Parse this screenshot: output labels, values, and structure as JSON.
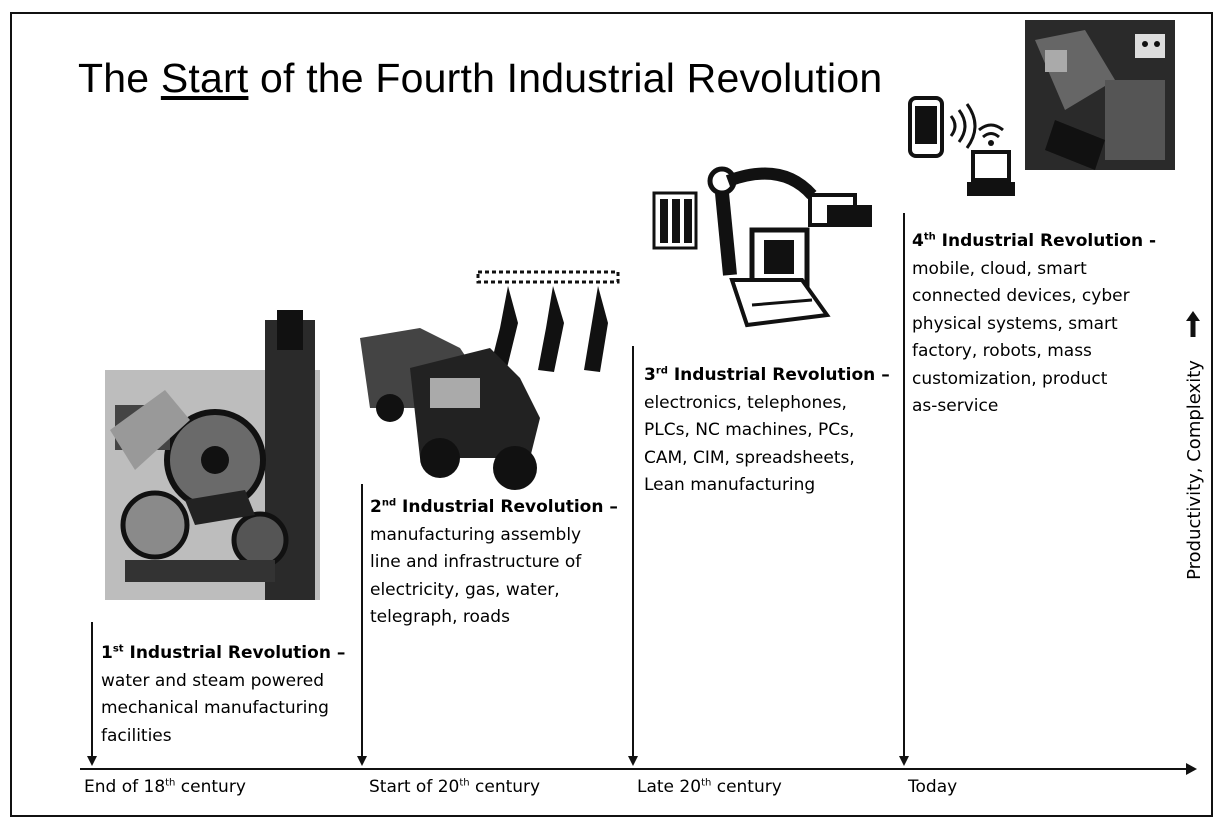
{
  "title": {
    "before": "The ",
    "emphasis": "Start",
    "after": " of the Fourth Industrial Revolution"
  },
  "stages": [
    {
      "ord_num": "1",
      "ord_suffix": "st",
      "heading": " Industrial Revolution –",
      "lines": [
        "water and steam powered",
        "mechanical manufacturing",
        "facilities"
      ],
      "period_pre": "End of 18",
      "period_sup": "th",
      "period_post": " century",
      "icon": "steam-engine-illustration"
    },
    {
      "ord_num": "2",
      "ord_suffix": "nd",
      "heading": " Industrial Revolution –",
      "lines": [
        "manufacturing assembly",
        "line and infrastructure of",
        "electricity, gas, water,",
        "telegraph, roads"
      ],
      "period_pre": "Start of 20",
      "period_sup": "th",
      "period_post": " century",
      "icon": "assembly-line-cars-illustration"
    },
    {
      "ord_num": "3",
      "ord_suffix": "rd",
      "heading": " Industrial Revolution –",
      "lines": [
        "electronics, telephones,",
        "PLCs, NC machines, PCs,",
        "CAM, CIM, spreadsheets,",
        "Lean manufacturing"
      ],
      "period_pre": "Late 20",
      "period_sup": "th",
      "period_post": " century",
      "icon": "robot-arm-computer-illustration"
    },
    {
      "ord_num": "4",
      "ord_suffix": "th",
      "heading": " Industrial Revolution -",
      "lines": [
        "mobile, cloud, smart",
        "connected devices, cyber",
        "physical systems, smart",
        "factory, robots, mass",
        "customization, product",
        "as-service"
      ],
      "period_pre": "Today",
      "period_sup": "",
      "period_post": "",
      "icon": "smart-devices-robots-illustration"
    }
  ],
  "axis_label": "Productivity, Complexity",
  "colors": {
    "ink": "#111111",
    "background": "#ffffff"
  }
}
